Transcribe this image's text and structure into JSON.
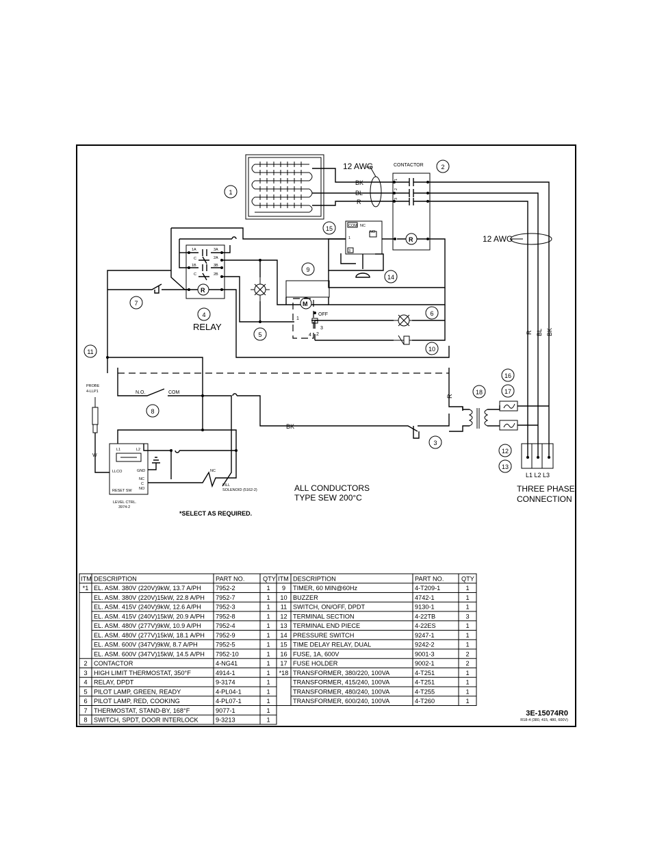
{
  "labels": {
    "wire_12awg_top": "12 AWG",
    "wire_12awg_right": "12 AWG",
    "contactor": "CONTACTOR",
    "relay": "RELAY",
    "bk": "BK",
    "bl": "BL",
    "r": "R",
    "n_o": "N.O.",
    "com": "COM",
    "probe_line1": "PROBE",
    "probe_line2": "4-LLP1",
    "w": "W",
    "level_ctrl_line1": "LEVEL CTRL.",
    "level_ctrl_line2": "3974-2",
    "nc": "NC",
    "fill_solenoid_line1": "FILL",
    "fill_solenoid_line2": "SOLENOID (5162-2)",
    "off": "OFF",
    "conductors_line1": "ALL CONDUCTORS",
    "conductors_line2": "TYPE SEW 200°C",
    "select_note": "*SELECT AS REQUIRED.",
    "l1l2l3": "L1 L2 L3",
    "three_phase_line1": "THREE PHASE",
    "three_phase_line2": "CONNECTION",
    "relay_terms": [
      "1A",
      "3A",
      "2A",
      "1B",
      "3B",
      "2B",
      "C",
      "C"
    ],
    "timer_terms": [
      "1",
      "3",
      "4",
      "2"
    ],
    "contactor_terms": [
      "1",
      "2",
      "3"
    ],
    "level_ctrl_terms": [
      "L1",
      "L2",
      "LLCO",
      "GND",
      "NC",
      "C",
      "NO",
      "RESET SW"
    ],
    "timer_relay_terms": [
      "COM",
      "NC",
      "NO",
      "1",
      "3"
    ],
    "motor_symbol": "M",
    "coil_symbol": "R"
  },
  "balloons": [
    "1",
    "2",
    "3",
    "4",
    "5",
    "6",
    "7",
    "8",
    "9",
    "10",
    "11",
    "12",
    "13",
    "14",
    "15",
    "16",
    "17",
    "18"
  ],
  "drawing_number": "3E-15074R0",
  "drawing_subtitle": "R18-4 (380, 415, 480, 600V)",
  "table_headers": [
    "ITM",
    "DESCRIPTION",
    "PART NO.",
    "QTY"
  ],
  "table_left": [
    {
      "itm": "*1",
      "desc": "EL. ASM. 380V (220V)9kW,   13.7 A/PH",
      "part": "7952-2",
      "qty": "1"
    },
    {
      "itm": "",
      "desc": "EL. ASM. 380V (220V)15kW, 22.8 A/PH",
      "part": "7952-7",
      "qty": "1"
    },
    {
      "itm": "",
      "desc": "EL. ASM. 415V (240V)9kW,   12.6 A/PH",
      "part": "7952-3",
      "qty": "1"
    },
    {
      "itm": "",
      "desc": "EL. ASM. 415V (240V)15kW, 20.9 A/PH",
      "part": "7952-8",
      "qty": "1"
    },
    {
      "itm": "",
      "desc": "EL. ASM. 480V (277V)9kW,   10.9 A/PH",
      "part": "7952-4",
      "qty": "1"
    },
    {
      "itm": "",
      "desc": "EL. ASM. 480V (277V)15kW, 18.1 A/PH",
      "part": "7952-9",
      "qty": "1"
    },
    {
      "itm": "",
      "desc": "EL. ASM. 600V (347V)9kW,     8.7 A/PH",
      "part": "7952-5",
      "qty": "1"
    },
    {
      "itm": "",
      "desc": "EL. ASM. 600V (347V)15kW, 14.5 A/PH",
      "part": "7952-10",
      "qty": "1"
    },
    {
      "itm": "2",
      "desc": "CONTACTOR",
      "part": "4-NG41",
      "qty": "1"
    },
    {
      "itm": "3",
      "desc": "HIGH LIMIT THERMOSTAT, 350°F",
      "part": "4914-1",
      "qty": "1"
    },
    {
      "itm": "4",
      "desc": "RELAY, DPDT",
      "part": "9-3174",
      "qty": "1"
    },
    {
      "itm": "5",
      "desc": "PILOT LAMP, GREEN, READY",
      "part": "4-PL04-1",
      "qty": "1"
    },
    {
      "itm": "6",
      "desc": "PILOT LAMP, RED, COOKING",
      "part": "4-PL07-1",
      "qty": "1"
    },
    {
      "itm": "7",
      "desc": "THERMOSTAT, STAND-BY, 168°F",
      "part": "9077-1",
      "qty": "1"
    },
    {
      "itm": "8",
      "desc": "SWITCH, SPDT, DOOR INTERLOCK",
      "part": "9-3213",
      "qty": "1"
    }
  ],
  "table_right": [
    {
      "itm": "9",
      "desc": "TIMER, 60 MIN@60Hz",
      "part": "4-T209-1",
      "qty": "1"
    },
    {
      "itm": "10",
      "desc": "BUZZER",
      "part": "4742-1",
      "qty": "1"
    },
    {
      "itm": "11",
      "desc": "SWITCH, ON/OFF, DPDT",
      "part": "9130-1",
      "qty": "1"
    },
    {
      "itm": "12",
      "desc": "TERMINAL SECTION",
      "part": "4-22TB",
      "qty": "3"
    },
    {
      "itm": "13",
      "desc": "TERMINAL END PIECE",
      "part": "4-22ES",
      "qty": "1"
    },
    {
      "itm": "14",
      "desc": "PRESSURE SWITCH",
      "part": "9247-1",
      "qty": "1"
    },
    {
      "itm": "15",
      "desc": "TIME DELAY RELAY, DUAL",
      "part": "9242-2",
      "qty": "1"
    },
    {
      "itm": "16",
      "desc": "FUSE, 1A, 600V",
      "part": "9001-3",
      "qty": "2"
    },
    {
      "itm": "17",
      "desc": "FUSE HOLDER",
      "part": "9002-1",
      "qty": "2"
    },
    {
      "itm": "*18",
      "desc": "TRANSFORMER, 380/220, 100VA",
      "part": "4-T251",
      "qty": "1"
    },
    {
      "itm": "",
      "desc": "TRANSFORMER, 415/240, 100VA",
      "part": "4-T251",
      "qty": "1"
    },
    {
      "itm": "",
      "desc": "TRANSFORMER, 480/240, 100VA",
      "part": "4-T255",
      "qty": "1"
    },
    {
      "itm": "",
      "desc": "TRANSFORMER, 600/240, 100VA",
      "part": "4-T260",
      "qty": "1"
    }
  ]
}
